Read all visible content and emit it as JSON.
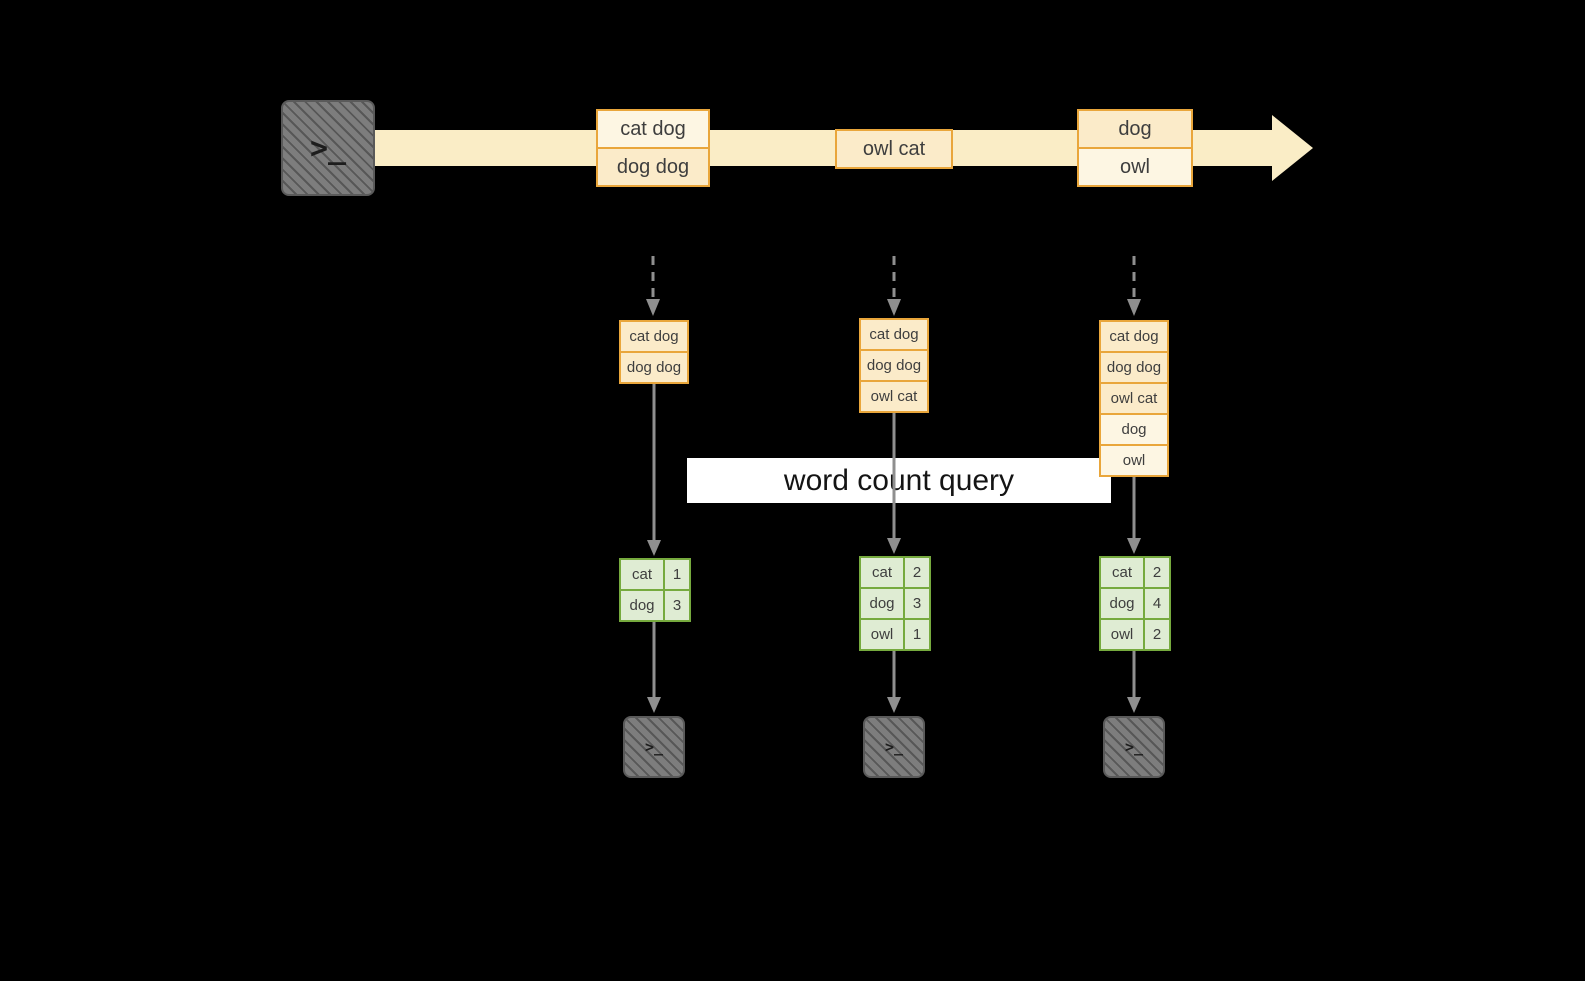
{
  "banner": {
    "label": "word count query"
  },
  "source_terminal": {
    "glyph": ">_"
  },
  "stream": [
    {
      "rows": [
        "cat dog",
        "dog dog"
      ]
    },
    {
      "rows": [
        "owl cat"
      ]
    },
    {
      "rows": [
        "dog",
        "owl"
      ]
    }
  ],
  "states": [
    {
      "rows": [
        "cat dog",
        "dog dog"
      ]
    },
    {
      "rows": [
        "cat dog",
        "dog dog",
        "owl cat"
      ]
    },
    {
      "rows": [
        "cat dog",
        "dog dog",
        "owl cat",
        "dog",
        "owl"
      ]
    }
  ],
  "results": [
    {
      "rows": [
        {
          "word": "cat",
          "count": "1"
        },
        {
          "word": "dog",
          "count": "3"
        }
      ]
    },
    {
      "rows": [
        {
          "word": "cat",
          "count": "2"
        },
        {
          "word": "dog",
          "count": "3"
        },
        {
          "word": "owl",
          "count": "1"
        }
      ]
    },
    {
      "rows": [
        {
          "word": "cat",
          "count": "2"
        },
        {
          "word": "dog",
          "count": "4"
        },
        {
          "word": "owl",
          "count": "2"
        }
      ]
    }
  ],
  "sink_terminals": [
    {
      "glyph": ">_"
    },
    {
      "glyph": ">_"
    },
    {
      "glyph": ">_"
    }
  ],
  "colors": {
    "background": "#000000",
    "stream_band": "#FAEDC6",
    "orange_border": "#E9A63B",
    "orange_fill_light": "#FDF6E3",
    "orange_fill_medium": "#FBEBC9",
    "green_border": "#76AA3E",
    "green_fill": "#DFECD3",
    "arrow_gray": "#8F8F8F",
    "banner_background": "#FFFFFF"
  }
}
